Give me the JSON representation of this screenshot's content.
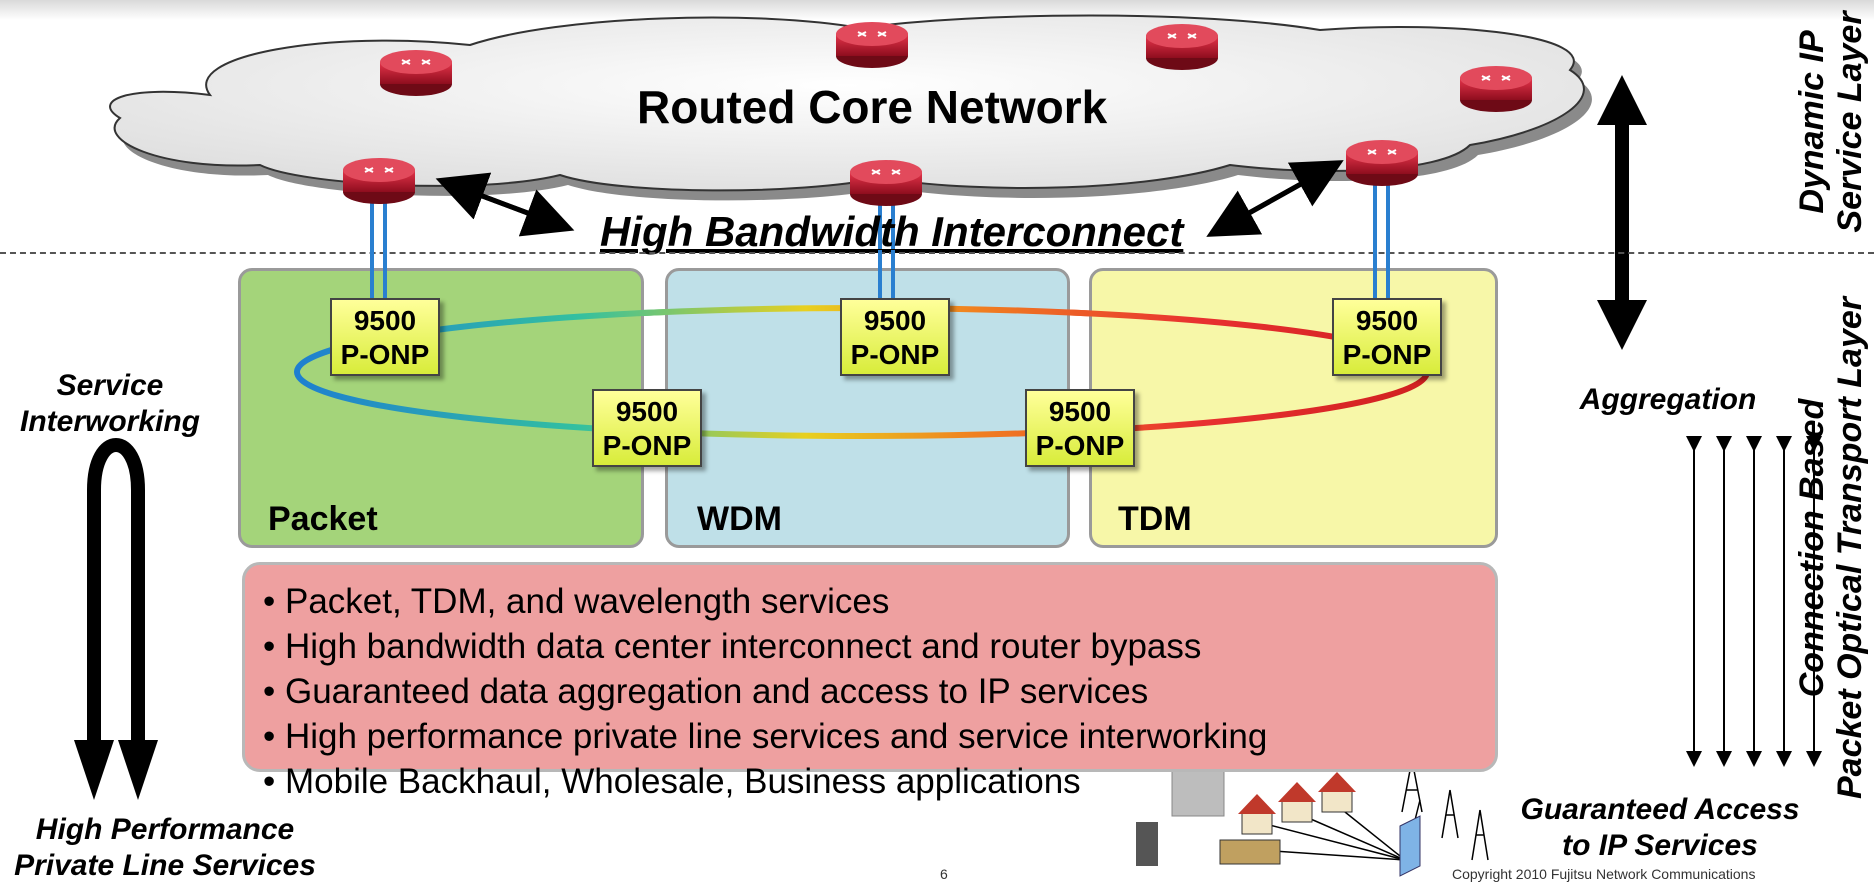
{
  "cloud": {
    "title": "Routed Core Network"
  },
  "interconnect": {
    "label": "High Bandwidth Interconnect"
  },
  "panels": [
    {
      "label": "Packet"
    },
    {
      "label": "WDM"
    },
    {
      "label": "TDM"
    }
  ],
  "node": {
    "line1": "9500",
    "line2": "P-ONP"
  },
  "services": [
    "• Packet, TDM, and wavelength services",
    "• High bandwidth data center interconnect and router bypass",
    "• Guaranteed data aggregation and access to IP services",
    "• High performance private line services and service interworking",
    "• Mobile Backhaul, Wholesale, Business applications"
  ],
  "left": {
    "interworking_1": "Service",
    "interworking_2": "Interworking",
    "private_1": "High Performance",
    "private_2": "Private Line Services"
  },
  "right": {
    "aggregation": "Aggregation",
    "access_1": "Guaranteed Access",
    "access_2": "to IP Services"
  },
  "layers": {
    "top_1": "Dynamic IP",
    "top_2": "Service Layer",
    "bottom_1": "Connection Based",
    "bottom_2": "Packet Optical Transport Layer"
  },
  "footer": {
    "page": "6",
    "copyright": "Copyright 2010 Fujitsu Network Communications"
  }
}
